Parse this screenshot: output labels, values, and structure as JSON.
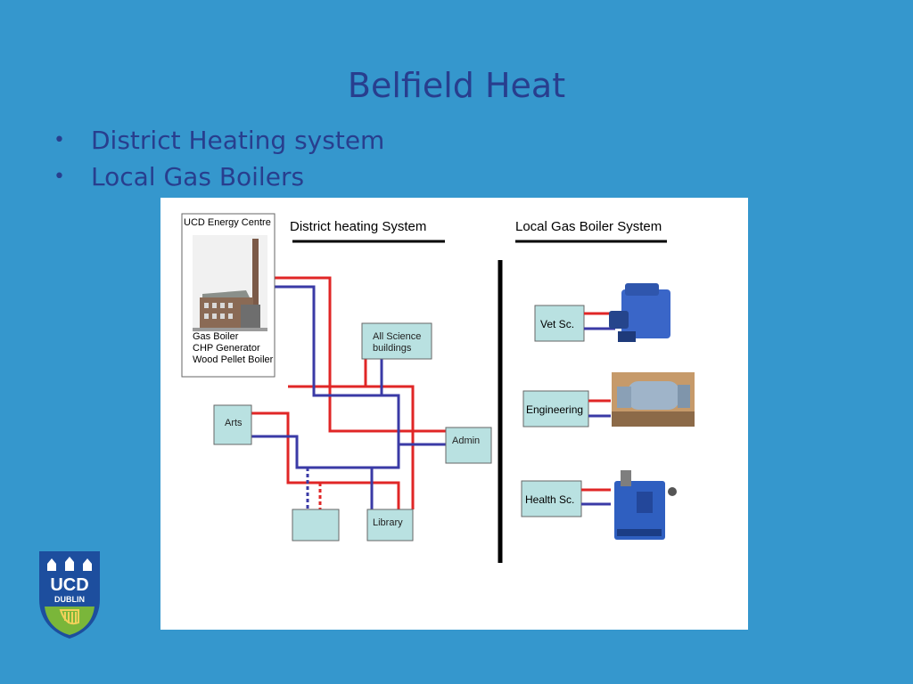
{
  "slide": {
    "title": "Belfield Heat",
    "bullets": [
      "District Heating system",
      "Local Gas Boilers"
    ]
  },
  "diagram": {
    "district_heading": "District heating System",
    "local_heading": "Local Gas Boiler System",
    "energy_centre": {
      "title": "UCD Energy Centre",
      "items": [
        "Gas Boiler",
        "CHP Generator",
        "Wood Pellet Boiler"
      ]
    },
    "district_buildings": {
      "science": [
        "All Science",
        "buildings"
      ],
      "arts": "Arts",
      "admin": "Admin",
      "library": "Library"
    },
    "local_buildings": [
      "Vet Sc.",
      "Engineering",
      "Health Sc."
    ],
    "colors": {
      "flow_pipe": "#e02626",
      "return_pipe": "#3a3aa6",
      "building_box": "#b9e1e1"
    }
  },
  "logo": {
    "line1": "UCD",
    "line2": "DUBLIN"
  }
}
